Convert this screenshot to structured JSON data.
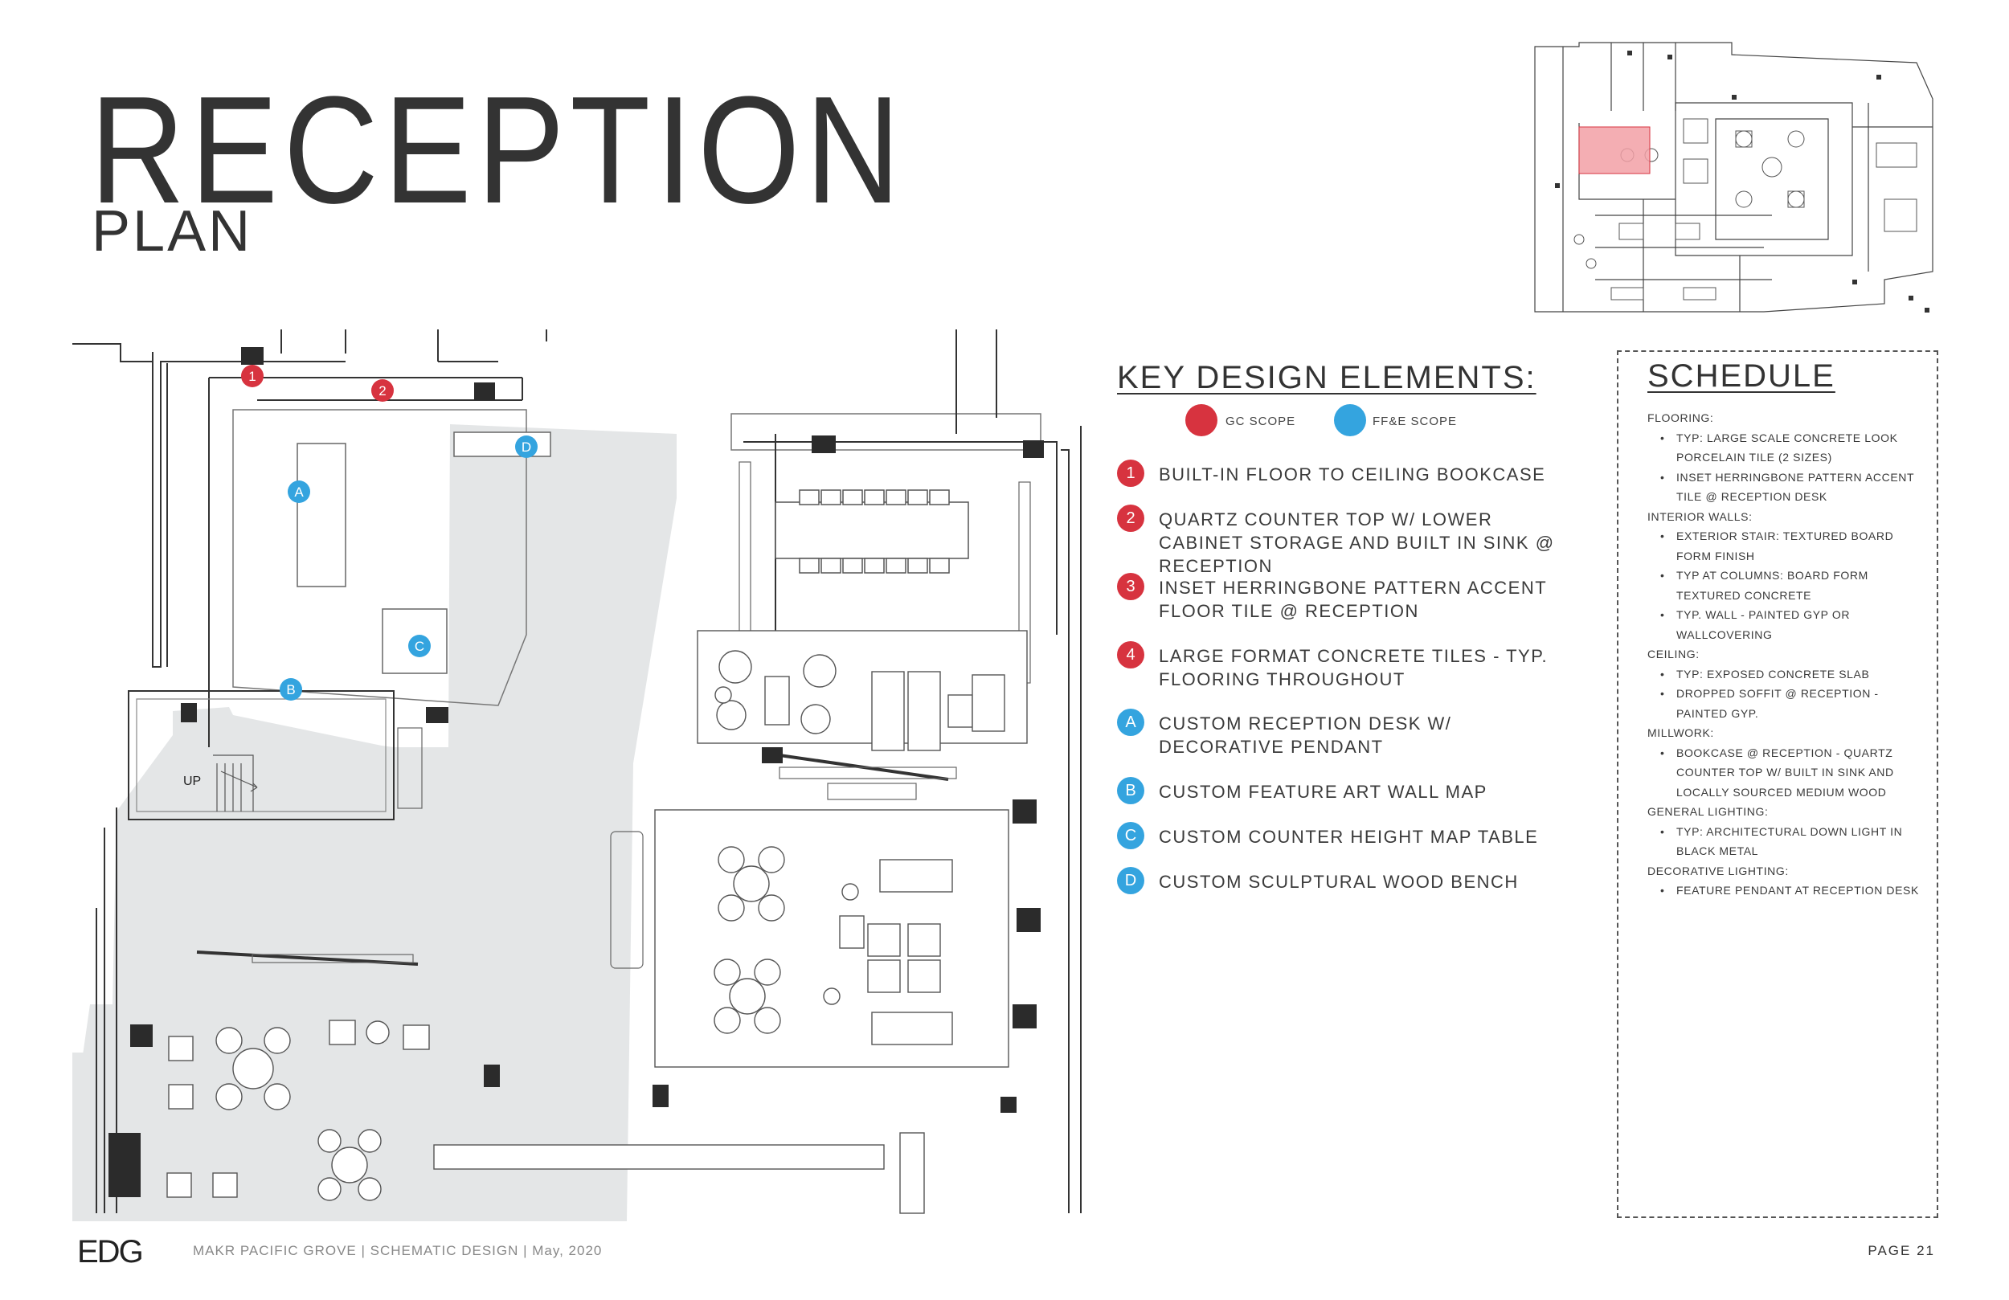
{
  "header": {
    "title": "RECEPTION",
    "subtitle": "PLAN"
  },
  "key_design": {
    "heading": "KEY DESIGN ELEMENTS:",
    "legend": [
      {
        "label": "GC SCOPE",
        "color": "#d7333f"
      },
      {
        "label": "FF&E SCOPE",
        "color": "#34a4df"
      }
    ],
    "items": [
      {
        "marker": "1",
        "text": "BUILT-IN FLOOR TO CEILING BOOKCASE",
        "scope": "gc"
      },
      {
        "marker": "2",
        "text": "QUARTZ COUNTER TOP W/ LOWER CABINET STORAGE AND BUILT IN SINK @ RECEPTION",
        "scope": "gc"
      },
      {
        "marker": "3",
        "text": "INSET HERRINGBONE PATTERN ACCENT FLOOR TILE @ RECEPTION",
        "scope": "gc"
      },
      {
        "marker": "4",
        "text": "LARGE FORMAT CONCRETE TILES - TYP. FLOORING THROUGHOUT",
        "scope": "gc"
      },
      {
        "marker": "A",
        "text": "CUSTOM RECEPTION DESK W/ DECORATIVE PENDANT",
        "scope": "ffe"
      },
      {
        "marker": "B",
        "text": "CUSTOM FEATURE ART WALL MAP",
        "scope": "ffe"
      },
      {
        "marker": "C",
        "text": "CUSTOM COUNTER HEIGHT MAP TABLE",
        "scope": "ffe"
      },
      {
        "marker": "D",
        "text": "CUSTOM SCULPTURAL WOOD BENCH",
        "scope": "ffe"
      }
    ]
  },
  "schedule": {
    "heading": "SCHEDULE",
    "sections": [
      {
        "category": "FLOORING:",
        "items": [
          "TYP: LARGE SCALE CONCRETE LOOK PORCELAIN TILE (2 SIZES)",
          "INSET HERRINGBONE PATTERN ACCENT TILE @ RECEPTION DESK"
        ]
      },
      {
        "category": "INTERIOR WALLS:",
        "items": [
          "EXTERIOR STAIR: TEXTURED BOARD FORM FINISH",
          "TYP AT COLUMNS: BOARD FORM TEXTURED CONCRETE",
          "TYP. WALL - PAINTED GYP OR WALLCOVERING"
        ]
      },
      {
        "category": "CEILING:",
        "items": [
          "TYP: EXPOSED CONCRETE SLAB",
          "DROPPED SOFFIT @ RECEPTION - PAINTED GYP."
        ]
      },
      {
        "category": "MILLWORK:",
        "items": [
          "BOOKCASE @ RECEPTION - QUARTZ COUNTER TOP W/ BUILT IN SINK AND LOCALLY SOURCED MEDIUM WOOD"
        ]
      },
      {
        "category": "GENERAL LIGHTING:",
        "items": [
          "TYP: ARCHITECTURAL DOWN LIGHT IN BLACK METAL"
        ]
      },
      {
        "category": "DECORATIVE LIGHTING:",
        "items": [
          "FEATURE PENDANT AT RECEPTION DESK"
        ]
      }
    ]
  },
  "plan": {
    "stair_label": "UP",
    "tags": [
      {
        "label": "1",
        "scope": "gc"
      },
      {
        "label": "2",
        "scope": "gc"
      },
      {
        "label": "A",
        "scope": "ffe"
      },
      {
        "label": "B",
        "scope": "ffe"
      },
      {
        "label": "C",
        "scope": "ffe"
      },
      {
        "label": "D",
        "scope": "ffe"
      }
    ]
  },
  "footer": {
    "logo": "EDG",
    "project": "MAKR PACIFIC GROVE |   SCHEMATIC DESIGN |  May, 2020",
    "page": "PAGE 21"
  },
  "colors": {
    "gc": "#d7333f",
    "ffe": "#34a4df",
    "highlight": "#f2a0a6",
    "floor_gray": "#e4e6e7"
  }
}
